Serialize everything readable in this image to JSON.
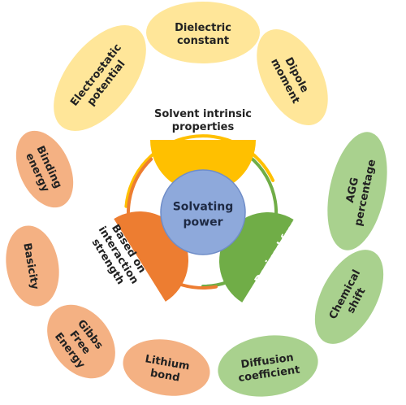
{
  "center": {
    "lines": [
      "Solvating",
      "power"
    ],
    "fill": "#8EA9DB",
    "stroke": "#6F8DC8"
  },
  "groups": [
    {
      "id": "intrinsic",
      "lines": [
        "Solvent intrinsic",
        "properties"
      ],
      "color": "#FFC000",
      "light": "#FFE699",
      "text_color": "dark"
    },
    {
      "id": "interaction",
      "lines": [
        "Based on",
        "interaction",
        "strength"
      ],
      "color": "#ED7D31",
      "light": "#F4B183",
      "text_color": "dark"
    },
    {
      "id": "electrolyte",
      "lines": [
        "Derived from",
        "Electrolyte",
        "property"
      ],
      "color": "#70AD47",
      "light": "#A9D18E",
      "text_color": "light"
    }
  ],
  "petals": [
    {
      "group": "intrinsic",
      "lines": [
        "Dielectric",
        "constant"
      ]
    },
    {
      "group": "intrinsic",
      "lines": [
        "Dipole",
        "moment"
      ]
    },
    {
      "group": "intrinsic",
      "lines": [
        "Electrostatic",
        "potential"
      ]
    },
    {
      "group": "electrolyte",
      "lines": [
        "AGG",
        "percentage"
      ]
    },
    {
      "group": "electrolyte",
      "lines": [
        "Chemical",
        "shift"
      ]
    },
    {
      "group": "electrolyte",
      "lines": [
        "Diffusion",
        "coefficient"
      ]
    },
    {
      "group": "interaction",
      "lines": [
        "Binding",
        "energy"
      ]
    },
    {
      "group": "interaction",
      "lines": [
        "Basicity"
      ]
    },
    {
      "group": "interaction",
      "lines": [
        "Gibbs",
        "Free",
        "Energy"
      ]
    },
    {
      "group": "interaction",
      "lines": [
        "Lithium",
        "bond"
      ]
    }
  ]
}
